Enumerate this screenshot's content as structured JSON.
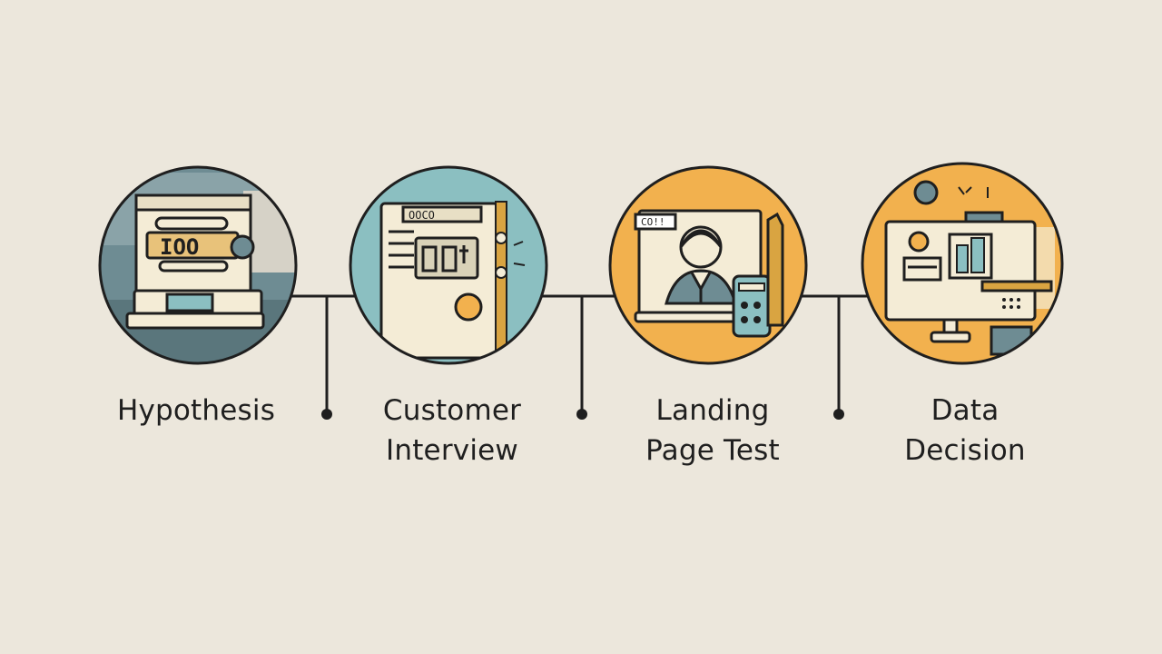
{
  "colors": {
    "background": "#ece7dc",
    "outline": "#1f1f1f",
    "slate": "#6e8c93",
    "teal": "#8bbfc1",
    "orange": "#f2b14e",
    "cream": "#f4ecd6",
    "mustard": "#d9a441"
  },
  "steps": [
    {
      "label_lines": [
        "Hypothesis"
      ],
      "circle_color": "slate",
      "icon": "browser-window-hypothesis-icon",
      "screen_text": "IOO"
    },
    {
      "label_lines": [
        "Customer",
        "Interview"
      ],
      "circle_color": "teal",
      "icon": "document-with-pen-icon",
      "screen_text": "OOCO"
    },
    {
      "label_lines": [
        "Landing",
        "Page Test"
      ],
      "circle_color": "orange",
      "icon": "landing-page-person-icon",
      "screen_text": "CO!!"
    },
    {
      "label_lines": [
        "Data",
        "Decision"
      ],
      "circle_color": "orange",
      "icon": "monitor-dashboard-icon",
      "screen_text": ""
    }
  ]
}
